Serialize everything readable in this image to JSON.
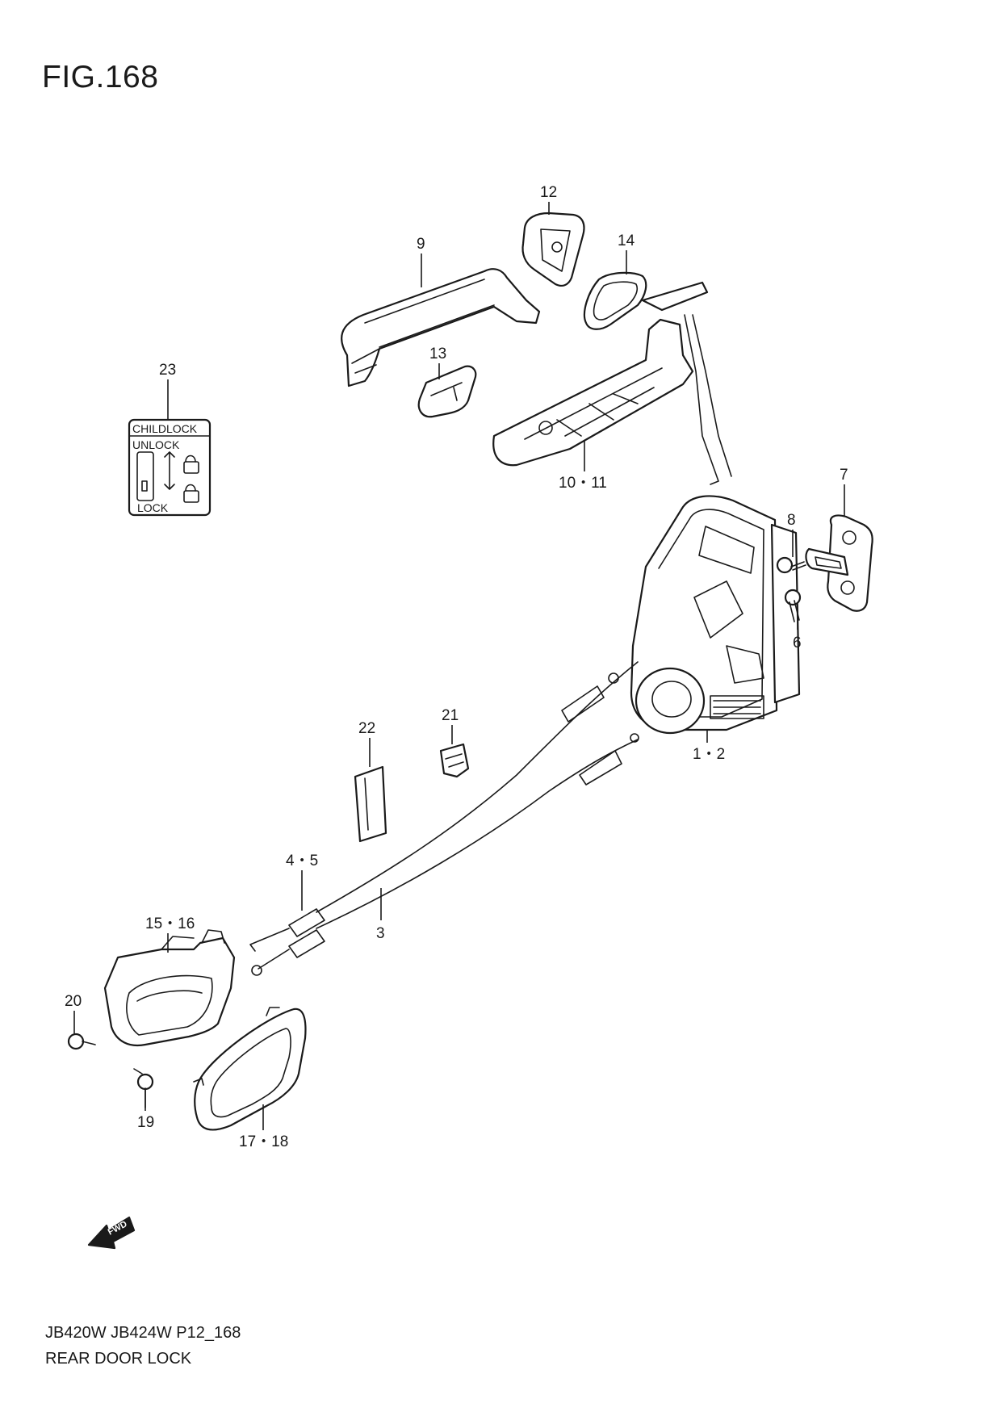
{
  "figure": {
    "title": "FIG.168",
    "model_code": "JB420W JB424W P12_168",
    "name": "REAR DOOR LOCK"
  },
  "callouts": {
    "c1": "1・2",
    "c3": "3",
    "c4": "4・5",
    "c6": "6",
    "c7": "7",
    "c8": "8",
    "c9": "9",
    "c10": "10・11",
    "c12": "12",
    "c13": "13",
    "c14": "14",
    "c15": "15・16",
    "c17": "17・18",
    "c19": "19",
    "c20": "20",
    "c21": "21",
    "c22": "22",
    "c23": "23"
  },
  "label_23": {
    "line1": "CHILDLOCK",
    "line2": "UNLOCK",
    "line3": "LOCK"
  },
  "fwd_arrow": {
    "text": "FWD"
  }
}
